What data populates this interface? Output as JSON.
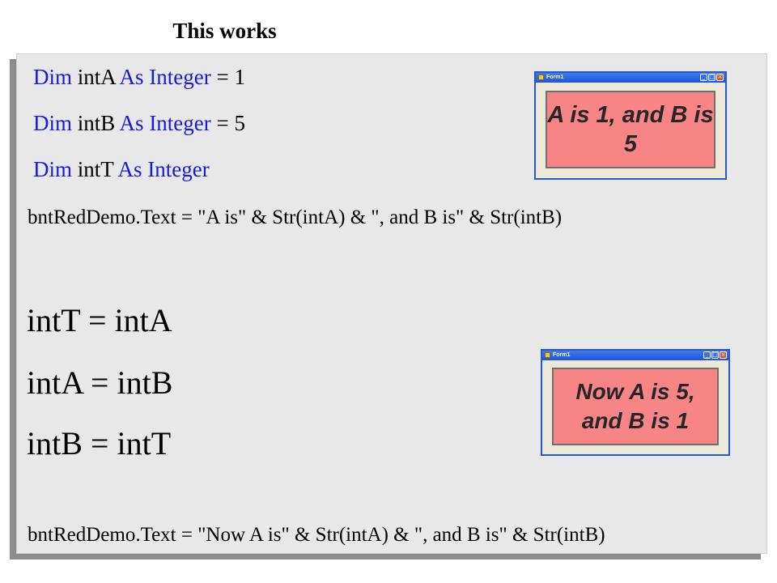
{
  "slide": {
    "title": "This works"
  },
  "code": {
    "decl1": {
      "kw_dim": "Dim",
      "var": "intA",
      "kw_as": "As",
      "kw_type": "Integer",
      "rest": "= 1"
    },
    "decl2": {
      "kw_dim": "Dim",
      "var": "intB",
      "kw_as": "As",
      "kw_type": "Integer",
      "rest": "= 5"
    },
    "decl3": {
      "kw_dim": "Dim",
      "var": "intT",
      "kw_as": "As",
      "kw_type": "Integer"
    },
    "stmt1": "bntRedDemo.Text = \"A is\" & Str(intA) & \", and B is\" & Str(intB)",
    "swap1": "intT = intA",
    "swap2": "intA = intB",
    "swap3": "intB = intT",
    "stmt2": "bntRedDemo.Text = \"Now A is\" & Str(intA) & \", and B is\" & Str(intB)"
  },
  "forms": {
    "before": {
      "title": "Form1",
      "button_text": "A is 1, and B is 5"
    },
    "after": {
      "title": "Form1",
      "button_text": "Now A is 5, and B is 1"
    }
  },
  "colors": {
    "keyword": "#1a1adb",
    "button_bg": "#f88585",
    "panel_bg": "#e8e8e8",
    "titlebar": "#1f55d9"
  },
  "icons": {
    "minimize": "minimize-icon",
    "maximize": "maximize-icon",
    "close": "close-icon"
  }
}
